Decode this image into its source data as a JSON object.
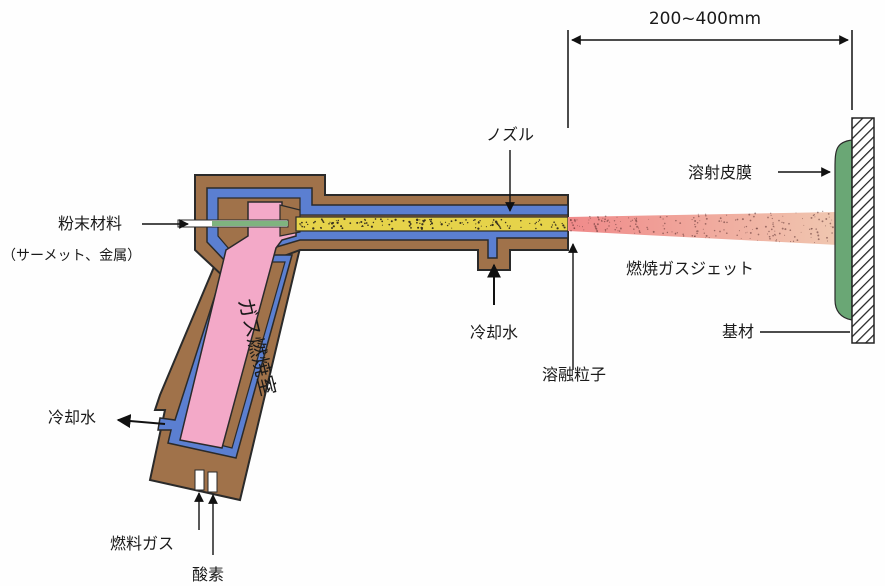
{
  "colors": {
    "casing": "#a0724a",
    "cooling_water": "#5b7fd1",
    "combustion_chamber": "#f3a9c8",
    "powder_stream": "#e6d34a",
    "coating": "#6aa775",
    "flame_start": "#f08a8a",
    "flame_end": "#f0c7b0",
    "outline": "#2a2a2a"
  },
  "labels": {
    "distance": "200~400mm",
    "nozzle": "ノズル",
    "coating": "溶射皮膜",
    "powder": "粉末材料",
    "powder_note": "（サーメット、金属）",
    "flame_jet": "燃焼ガスジェット",
    "substrate": "基材",
    "cooling_water_bottom": "冷却水",
    "molten_particles": "溶融粒子",
    "cooling_water_left": "冷却水",
    "fuel_gas": "燃料ガス",
    "oxygen": "酸素",
    "chamber": "ガス燃焼室"
  }
}
